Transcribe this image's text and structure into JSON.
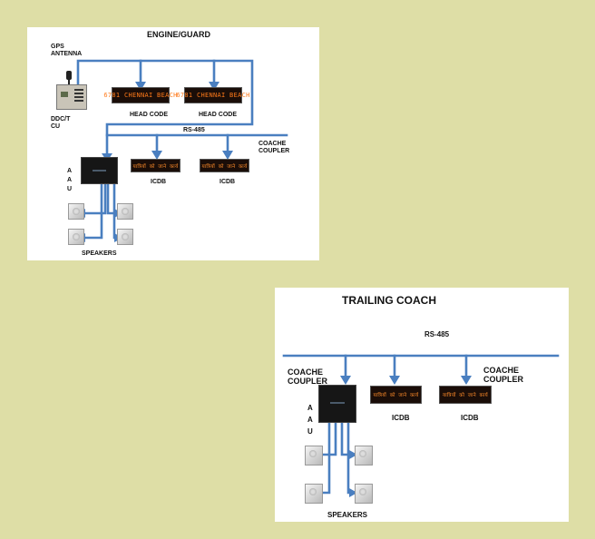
{
  "engine_panel": {
    "title": "ENGINE/GUARD",
    "gps_label": "GPS\nANTENNA",
    "ddc_label": "DDC/T\nCU",
    "head_code_display_1": "6781 CHENNAI BEACH",
    "head_code_display_2": "6781 CHENNAI BEACH",
    "head_code_label_1": "HEAD CODE",
    "head_code_label_2": "HEAD CODE",
    "rs485_label": "RS-485",
    "coach_coupler_label": "COACHE\nCOUPLER",
    "aau_label": "A\nA\nU",
    "icdb_display_1": "यात्रियों को जाने कार्य",
    "icdb_display_2": "यात्रियों को जाने कार्य",
    "icdb_label_1": "ICDB",
    "icdb_label_2": "ICDB",
    "speakers_label": "SPEAKERS"
  },
  "trailing_panel": {
    "title": "TRAILING COACH",
    "rs485_label": "RS-485",
    "coach_coupler_left": "COACHE\nCOUPLER",
    "coach_coupler_right": "COACHE\nCOUPLER",
    "aau_label": "A\nA\nU",
    "icdb_display_1": "यात्रियों को जाने कार्य",
    "icdb_display_2": "यात्रियों को जाने कार्य",
    "icdb_label_1": "ICDB",
    "icdb_label_2": "ICDB",
    "speakers_label": "SPEAKERS"
  },
  "colors": {
    "wire": "#4a7fc0",
    "background": "#dedea6",
    "panel": "#ffffff",
    "led": "#ff7a1a"
  }
}
